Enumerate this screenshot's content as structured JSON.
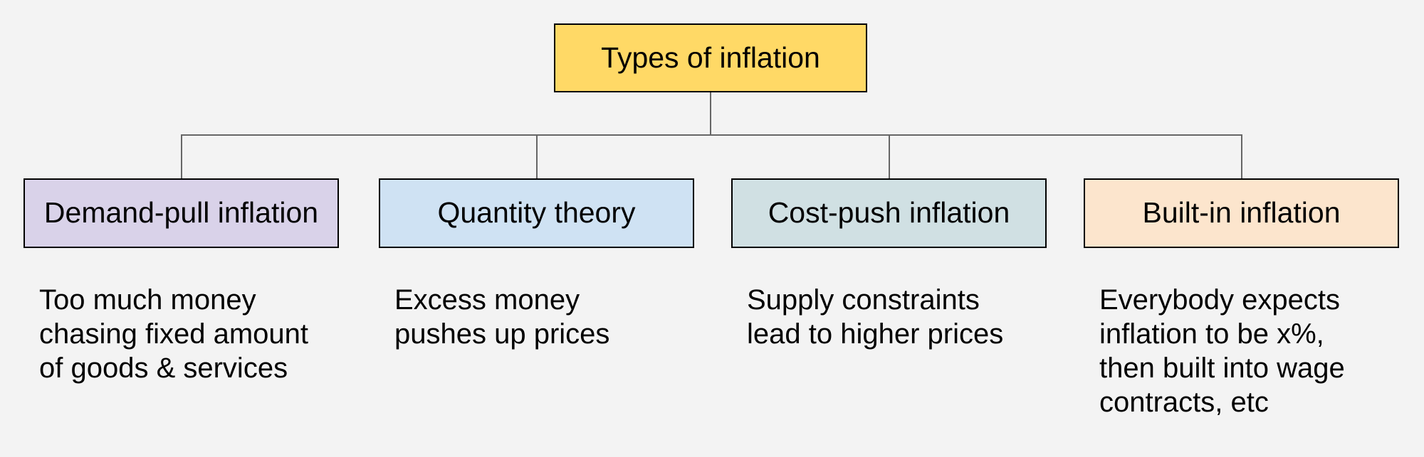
{
  "title": "Types of inflation",
  "diagram": {
    "background_color": "#F3F3F3",
    "border_color": "#000000",
    "connector_color": "#666666",
    "text_color": "#000000",
    "root": {
      "label": "Types of inflation",
      "fill": "#FFD966"
    },
    "children": [
      {
        "label": "Demand-pull inflation",
        "fill": "#D9D2E9",
        "description": "Too much money\nchasing fixed amount\nof goods & services"
      },
      {
        "label": "Quantity theory",
        "fill": "#CFE2F3",
        "description": "Excess money\npushes up prices"
      },
      {
        "label": "Cost-push inflation",
        "fill": "#D0E0E3",
        "description": "Supply constraints\nlead to higher prices"
      },
      {
        "label": "Built-in inflation",
        "fill": "#FCE5CD",
        "description": "Everybody expects\ninflation to be x%,\nthen built into wage\ncontracts, etc"
      }
    ]
  }
}
